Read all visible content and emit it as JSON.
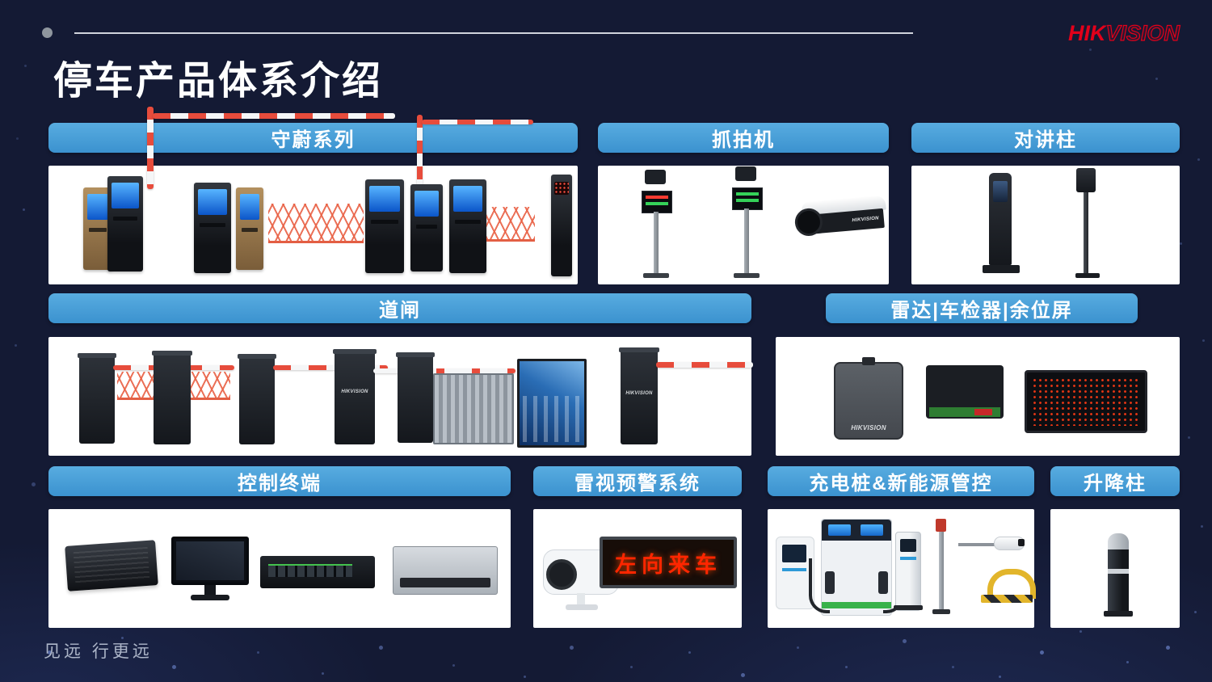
{
  "header": {
    "logo": {
      "part1": "HIK",
      "part2": "VISION"
    },
    "title": "停车产品体系介绍"
  },
  "section_labels": {
    "shouwei_series": "守蔚系列",
    "capture_camera": "抓拍机",
    "intercom_pillar": "对讲柱",
    "barrier_gate": "道闸",
    "radar_detector_screen": "雷达|车检器|余位屏",
    "control_terminal": "控制终端",
    "radar_vision_warning": "雷视预警系统",
    "charging_management": "充电桩&新能源管控",
    "lifting_bollard": "升降柱"
  },
  "products": {
    "brand_label": "HIKVISION",
    "led_warning_text": "左向来车"
  },
  "footer": {
    "tagline": "见远 行更远"
  },
  "colors": {
    "background": "#141a34",
    "bar_blue": "#3f9bd7",
    "brand_red": "#e2001a",
    "led_red": "#ff2600"
  }
}
